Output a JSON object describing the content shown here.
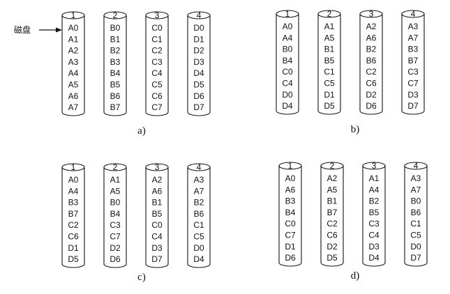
{
  "annotation": {
    "label": "磁盘"
  },
  "panels": [
    {
      "label": "a)",
      "disks": [
        {
          "number": "1",
          "blocks": [
            "A0",
            "A1",
            "A2",
            "A3",
            "A4",
            "A5",
            "A6",
            "A7"
          ]
        },
        {
          "number": "2",
          "blocks": [
            "B0",
            "B1",
            "B2",
            "B3",
            "B4",
            "B5",
            "B6",
            "B7"
          ]
        },
        {
          "number": "3",
          "blocks": [
            "C0",
            "C1",
            "C2",
            "C3",
            "C4",
            "C5",
            "C6",
            "C7"
          ]
        },
        {
          "number": "4",
          "blocks": [
            "D0",
            "D1",
            "D2",
            "D3",
            "D4",
            "D5",
            "D6",
            "D7"
          ]
        }
      ]
    },
    {
      "label": "b)",
      "disks": [
        {
          "number": "1",
          "blocks": [
            "A0",
            "A4",
            "B0",
            "B4",
            "C0",
            "C4",
            "D0",
            "D4"
          ]
        },
        {
          "number": "2",
          "blocks": [
            "A1",
            "A5",
            "B1",
            "B5",
            "C1",
            "C5",
            "D1",
            "D5"
          ]
        },
        {
          "number": "3",
          "blocks": [
            "A2",
            "A6",
            "B2",
            "B6",
            "C2",
            "C6",
            "D2",
            "D6"
          ]
        },
        {
          "number": "4",
          "blocks": [
            "A3",
            "A7",
            "B3",
            "B7",
            "C3",
            "C7",
            "D3",
            "D7"
          ]
        }
      ]
    },
    {
      "label": "c)",
      "disks": [
        {
          "number": "1",
          "blocks": [
            "A0",
            "A4",
            "B3",
            "B7",
            "C2",
            "C6",
            "D1",
            "D5"
          ]
        },
        {
          "number": "2",
          "blocks": [
            "A1",
            "A5",
            "B0",
            "B4",
            "C3",
            "C7",
            "D2",
            "D6"
          ]
        },
        {
          "number": "3",
          "blocks": [
            "A2",
            "A6",
            "B1",
            "B5",
            "C0",
            "C4",
            "D3",
            "D7"
          ]
        },
        {
          "number": "4",
          "blocks": [
            "A3",
            "A7",
            "B2",
            "B6",
            "C1",
            "C5",
            "D0",
            "D4"
          ]
        }
      ]
    },
    {
      "label": "d)",
      "disks": [
        {
          "number": "1",
          "blocks": [
            "A0",
            "A6",
            "B3",
            "B4",
            "C0",
            "C7",
            "D1",
            "D6"
          ]
        },
        {
          "number": "2",
          "blocks": [
            "A2",
            "A5",
            "B1",
            "B7",
            "C2",
            "C6",
            "D2",
            "D5"
          ]
        },
        {
          "number": "3",
          "blocks": [
            "A1",
            "A4",
            "B2",
            "B5",
            "C3",
            "C4",
            "D3",
            "D4"
          ]
        },
        {
          "number": "4",
          "blocks": [
            "A3",
            "A7",
            "B0",
            "B6",
            "C1",
            "C5",
            "D0",
            "D7"
          ]
        }
      ]
    }
  ]
}
